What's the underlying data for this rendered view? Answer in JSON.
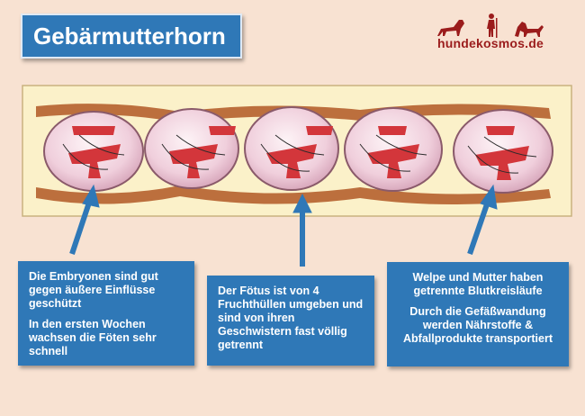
{
  "title": "Gebärmutterhorn",
  "logo": {
    "text": "hundekosmos.de",
    "icon": "dog-human-dog-silhouettes",
    "color": "#9b1c1c"
  },
  "colors": {
    "accent": "#2f78b7",
    "background": "#f8e2d2",
    "horn_fill": "#fbf1c9",
    "sac": "#f3d6e2",
    "embryo": "#d3363b"
  },
  "embryo_count": 5,
  "boxes": [
    {
      "id": "box1",
      "lines": [
        "Die Embryonen sind gut gegen äußere Einflüsse geschützt",
        "In den ersten Wochen wachsen die Föten sehr schnell"
      ]
    },
    {
      "id": "box2",
      "lines": [
        "Der Fötus ist von 4 Fruchthüllen umgeben und sind von ihren Geschwistern fast völlig getrennt"
      ]
    },
    {
      "id": "box3",
      "lines": [
        "Welpe und Mutter haben getrennte Blutkreisläufe",
        "Durch die Gefäßwandung werden Nährstoffe & Abfallprodukte transportiert"
      ]
    }
  ]
}
